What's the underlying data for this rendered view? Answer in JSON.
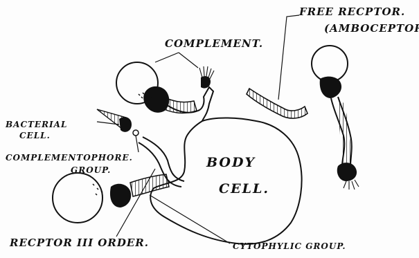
{
  "labels": {
    "free_receptor": "FREE RECPTOR.",
    "amboceptor": "(AMBOCEPTOR)",
    "complement": "COMPLEMENT.",
    "bacterial": "BACTERIAL",
    "cell": "CELL.",
    "complementophore": "COMPLEMENTOPHORE.",
    "group": "GROUP.",
    "body": "BODY",
    "body_cell": "CELL.",
    "receptor_order": "RECPTOR III ORDER.",
    "cytophylic": "CYTOPHYLIC GROUP."
  },
  "colors": {
    "ink": "#111111",
    "paper": "#fdfdfd"
  }
}
